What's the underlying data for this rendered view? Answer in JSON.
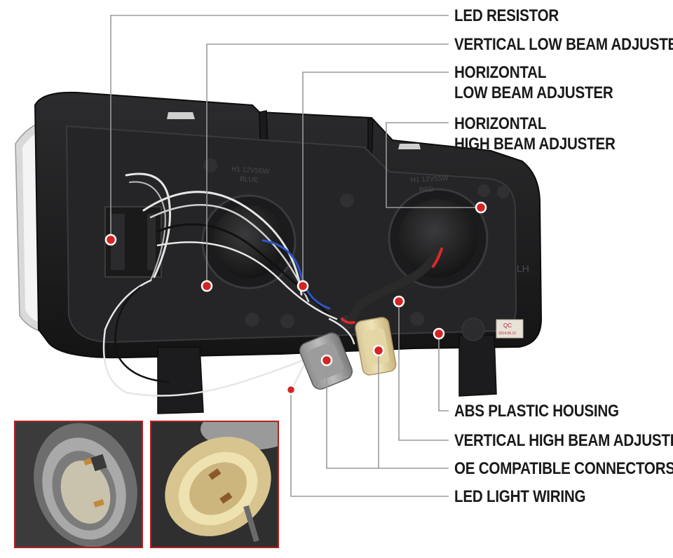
{
  "callouts": {
    "led_resistor": "LED RESISTOR",
    "vertical_low_beam_adjuster": "VERTICAL LOW BEAM ADJUSTER",
    "horizontal_low_beam_adjuster": [
      "HORIZONTAL",
      "LOW BEAM ADJUSTER"
    ],
    "horizontal_high_beam_adjuster": [
      "HORIZONTAL",
      "HIGH BEAM ADJUSTER"
    ],
    "abs_plastic_housing": "ABS PLASTIC HOUSING",
    "vertical_high_beam_adjuster": "VERTICAL HIGH BEAM ADJUSTER",
    "oe_compatible_connectors": "OE COMPATIBLE CONNECTORS",
    "led_light_wiring": "LED LIGHT WIRING"
  },
  "housing_marks": {
    "low_bulb": [
      "H1 12V55W",
      "BLUE"
    ],
    "high_bulb": [
      "H1 12V55W",
      "RED"
    ],
    "side": "LH",
    "qc_label": "QC",
    "qc_date": "2014.06.12"
  },
  "colors": {
    "leader_line": "#9a9a9a",
    "marker": "#d42424",
    "housing": "#1f1f21",
    "inset_border": "#b22222"
  }
}
